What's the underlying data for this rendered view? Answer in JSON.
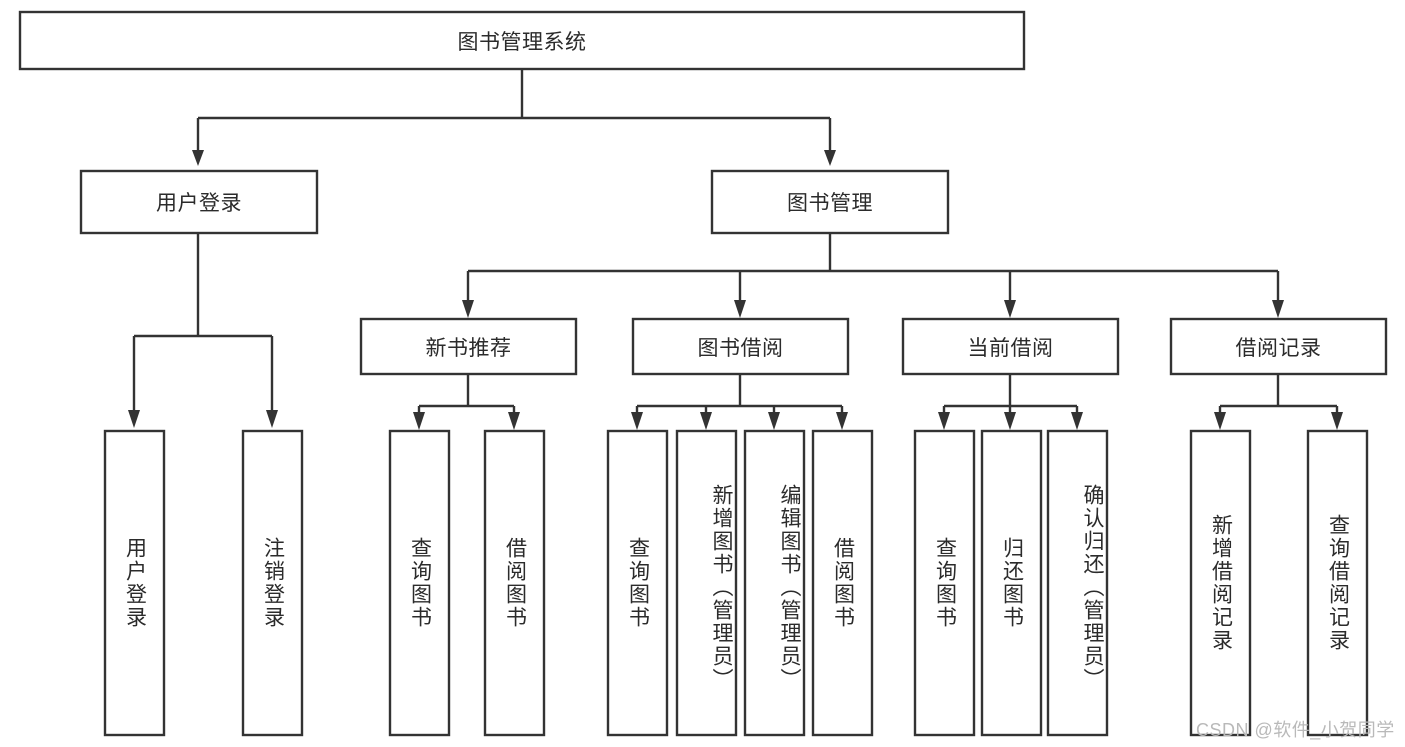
{
  "diagram": {
    "title": "图书管理系统",
    "type": "tree-hierarchy-chart",
    "colors": {
      "stroke": "#333333",
      "box_fill": "#ffffff",
      "text": "#2b2b2b",
      "watermark": "#b9b9b9",
      "background": "#ffffff"
    },
    "root": {
      "label": "图书管理系统"
    },
    "level2": [
      {
        "label": "用户登录"
      },
      {
        "label": "图书管理"
      }
    ],
    "level3": [
      {
        "label": "新书推荐"
      },
      {
        "label": "图书借阅"
      },
      {
        "label": "当前借阅"
      },
      {
        "label": "借阅记录"
      }
    ],
    "leaves": {
      "user_login": [
        {
          "label": "用户登录"
        },
        {
          "label": "注销登录"
        }
      ],
      "new_book_recommend": [
        {
          "label": "查询图书"
        },
        {
          "label": "借阅图书"
        }
      ],
      "book_borrow": [
        {
          "label": "查询图书"
        },
        {
          "label": "新增图书（管理员）"
        },
        {
          "label": "编辑图书（管理员）"
        },
        {
          "label": "借阅图书"
        }
      ],
      "current_borrow": [
        {
          "label": "查询图书"
        },
        {
          "label": "归还图书"
        },
        {
          "label": "确认归还（管理员）"
        }
      ],
      "borrow_record": [
        {
          "label": "新增借阅记录"
        },
        {
          "label": "查询借阅记录"
        }
      ]
    }
  },
  "watermark": {
    "text": "CSDN @软件_小贺同学"
  }
}
